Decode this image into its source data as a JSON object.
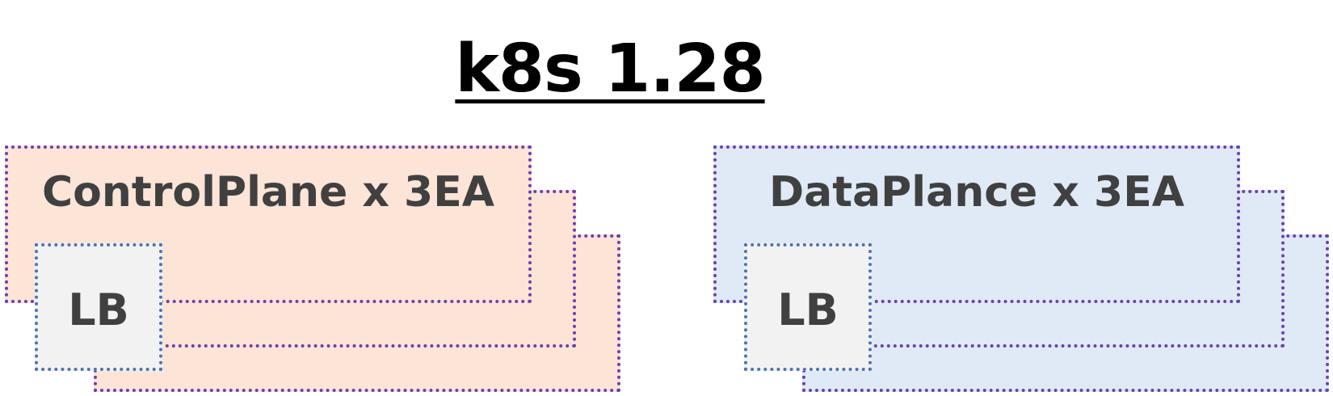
{
  "title": "k8s 1.28",
  "control_plane": {
    "label": "ControlPlane x 3EA",
    "lb_label": "LB",
    "color": "#fce4d6"
  },
  "data_plane": {
    "label": "DataPlance x 3EA",
    "lb_label": "LB",
    "color": "#dfeaf6"
  },
  "colors": {
    "card_border": "#6b3fb0",
    "lb_border": "#4a72b8",
    "lb_fill": "#f2f2f2",
    "label_text": "#404040"
  }
}
